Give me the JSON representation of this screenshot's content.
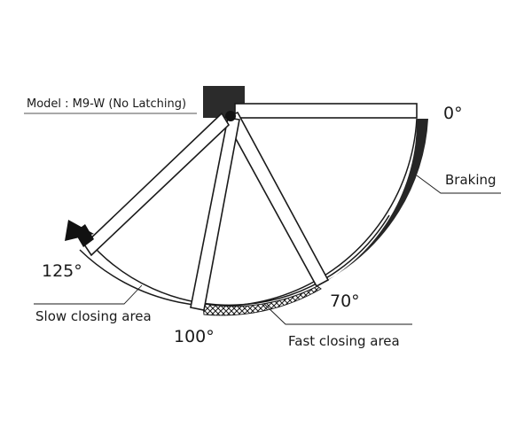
{
  "model_label": "Model : M9-W (No Latching)",
  "angles": {
    "deg0": "0°",
    "deg70": "70°",
    "deg100": "100°",
    "deg125": "125°"
  },
  "areas": {
    "braking": "Braking",
    "fast_closing": "Fast closing area",
    "slow_closing": "Slow closing area"
  },
  "colors": {
    "stroke": "#1a1a1a",
    "braking_fill": "#262626",
    "hinge_block": "#2b2b2b"
  }
}
